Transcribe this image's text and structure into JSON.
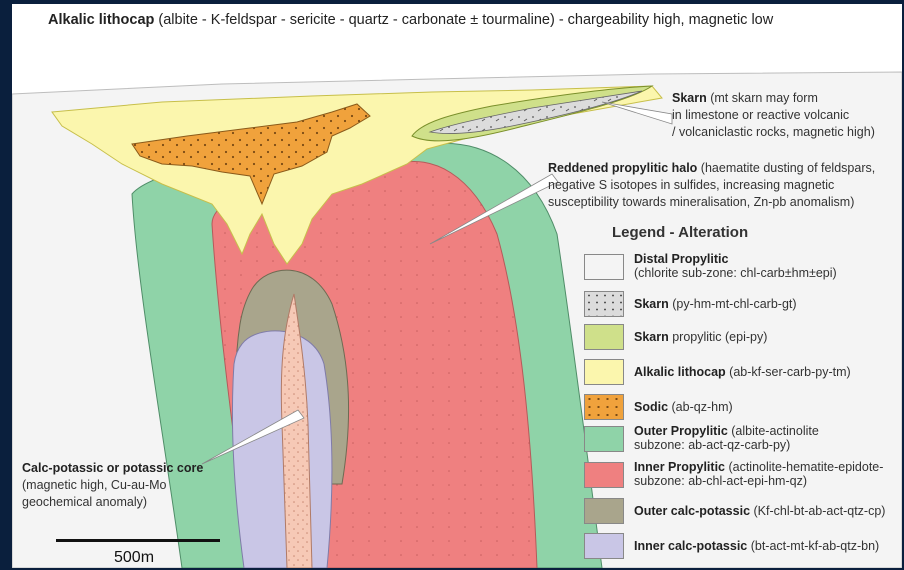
{
  "header": {
    "title_bold": "Alkalic lithocap",
    "title_rest": " (albite - K-feldspar - sericite - quartz - carbonate ± tourmaline) - chargeability high, magnetic low"
  },
  "annotations": {
    "skarn": {
      "bold": "Skarn",
      "line1": " (mt skarn may form",
      "line2": "in limestone or reactive volcanic",
      "line3": "/ volcaniclastic rocks, magnetic high)"
    },
    "reddened": {
      "bold": "Reddened propylitic halo",
      "line1": " (haematite dusting of feldspars,",
      "line2": "negative S isotopes in sulfides, increasing magnetic",
      "line3": "susceptibility towards mineralisation, Zn-pb anomalism)"
    },
    "core": {
      "bold": "Calc-potassic or potassic core",
      "line1": "(magnetic high, Cu-au-Mo",
      "line2": "geochemical anomaly)"
    }
  },
  "legend": {
    "title": "Legend - Alteration",
    "items": [
      {
        "bold": "Distal Propylitic",
        "rest": "",
        "line2": "(chlorite sub-zone: chl-carb±hm±epi)",
        "color": "#f4f4f4",
        "pattern": "none"
      },
      {
        "bold": "Skarn",
        "rest": " (py-hm-mt-chl-carb-gt)",
        "line2": "",
        "color": "#dcdcdc",
        "pattern": "skarn"
      },
      {
        "bold": "Skarn",
        "rest": " propylitic (epi-py)",
        "line2": "",
        "color": "#cfe08a",
        "pattern": "none"
      },
      {
        "bold": "Alkalic lithocap",
        "rest": " (ab-kf-ser-carb-py-tm)",
        "line2": "",
        "color": "#fbf6ad",
        "pattern": "none"
      },
      {
        "bold": "Sodic",
        "rest": " (ab-qz-hm)",
        "line2": "",
        "color": "#f0a23c",
        "pattern": "sodic"
      },
      {
        "bold": "Outer Propylitic",
        "rest": " (albite-actinolite",
        "line2": "subzone: ab-act-qz-carb-py)",
        "color": "#8fd3a8",
        "pattern": "none"
      },
      {
        "bold": "Inner Propylitic",
        "rest": " (actinolite-hematite-epidote-",
        "line2": "subzone: ab-chl-act-epi-hm-qz)",
        "color": "#ef8080",
        "pattern": "none"
      },
      {
        "bold": "Outer calc-potassic",
        "rest": " (Kf-chl-bt-ab-act-qtz-cp)",
        "line2": "",
        "color": "#a9a58c",
        "pattern": "none"
      },
      {
        "bold": "Inner calc-potassic",
        "rest": " (bt-act-mt-kf-ab-qtz-bn)",
        "line2": "",
        "color": "#c9c6e6",
        "pattern": "none"
      }
    ]
  },
  "scale": {
    "label": "500m"
  },
  "colors": {
    "distal": "#f4f4f4",
    "outer_propylitic": "#8fd3a8",
    "inner_propylitic": "#ef8080",
    "lithocap": "#fbf6ad",
    "sodic": "#f0a23c",
    "skarn_propylitic": "#cfe08a",
    "skarn": "#dcdcdc",
    "outer_calc_potassic": "#a9a58c",
    "inner_calc_potassic": "#c9c6e6",
    "core": "#f6c9b6"
  }
}
